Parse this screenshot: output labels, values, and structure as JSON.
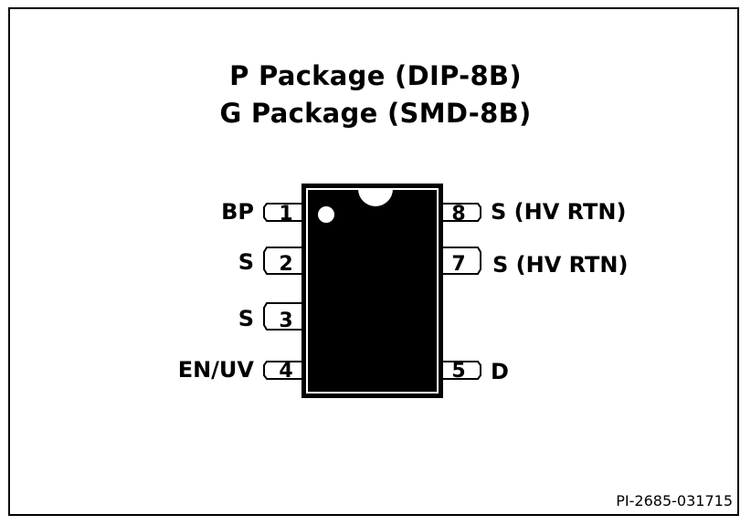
{
  "title_line1": "P Package (DIP-8B)",
  "title_line2": "G Package (SMD-8B)",
  "pins_left": [
    {
      "num": "1",
      "name": "BP"
    },
    {
      "num": "2",
      "name": "S"
    },
    {
      "num": "3",
      "name": "S"
    },
    {
      "num": "4",
      "name": "EN/UV"
    }
  ],
  "pins_right": [
    {
      "num": "8",
      "name": "S (HV RTN)"
    },
    {
      "num": "7",
      "name": "S (HV RTN)"
    },
    {
      "num": "5",
      "name": "D"
    }
  ],
  "ref_code": "PI-2685-031715"
}
